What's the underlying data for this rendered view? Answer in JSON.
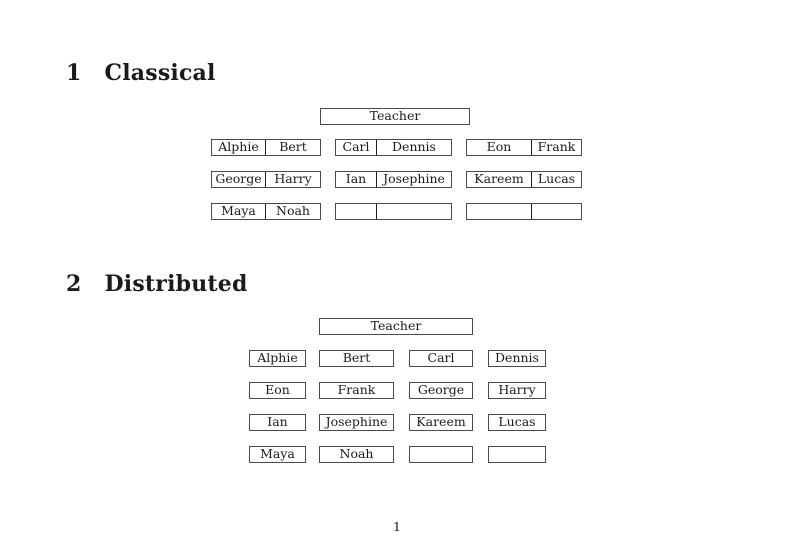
{
  "page": {
    "number": "1"
  },
  "sections": [
    {
      "number": "1",
      "title": "Classical",
      "teacher_label": "Teacher",
      "desks": [
        {
          "seats": [
            "Alphie",
            "Bert"
          ]
        },
        {
          "seats": [
            "Carl",
            "Dennis"
          ]
        },
        {
          "seats": [
            "Eon",
            "Frank"
          ]
        },
        {
          "seats": [
            "George",
            "Harry"
          ]
        },
        {
          "seats": [
            "Ian",
            "Josephine"
          ]
        },
        {
          "seats": [
            "Kareem",
            "Lucas"
          ]
        },
        {
          "seats": [
            "Maya",
            "Noah"
          ]
        },
        {
          "seats": [
            "",
            ""
          ]
        },
        {
          "seats": [
            "",
            ""
          ]
        }
      ]
    },
    {
      "number": "2",
      "title": "Distributed",
      "teacher_label": "Teacher",
      "desks": [
        {
          "seats": [
            "Alphie"
          ]
        },
        {
          "seats": [
            "Bert"
          ]
        },
        {
          "seats": [
            "Carl"
          ]
        },
        {
          "seats": [
            "Dennis"
          ]
        },
        {
          "seats": [
            "Eon"
          ]
        },
        {
          "seats": [
            "Frank"
          ]
        },
        {
          "seats": [
            "George"
          ]
        },
        {
          "seats": [
            "Harry"
          ]
        },
        {
          "seats": [
            "Ian"
          ]
        },
        {
          "seats": [
            "Josephine"
          ]
        },
        {
          "seats": [
            "Kareem"
          ]
        },
        {
          "seats": [
            "Lucas"
          ]
        },
        {
          "seats": [
            "Maya"
          ]
        },
        {
          "seats": [
            "Noah"
          ]
        },
        {
          "seats": [
            ""
          ]
        },
        {
          "seats": [
            ""
          ]
        }
      ]
    }
  ]
}
